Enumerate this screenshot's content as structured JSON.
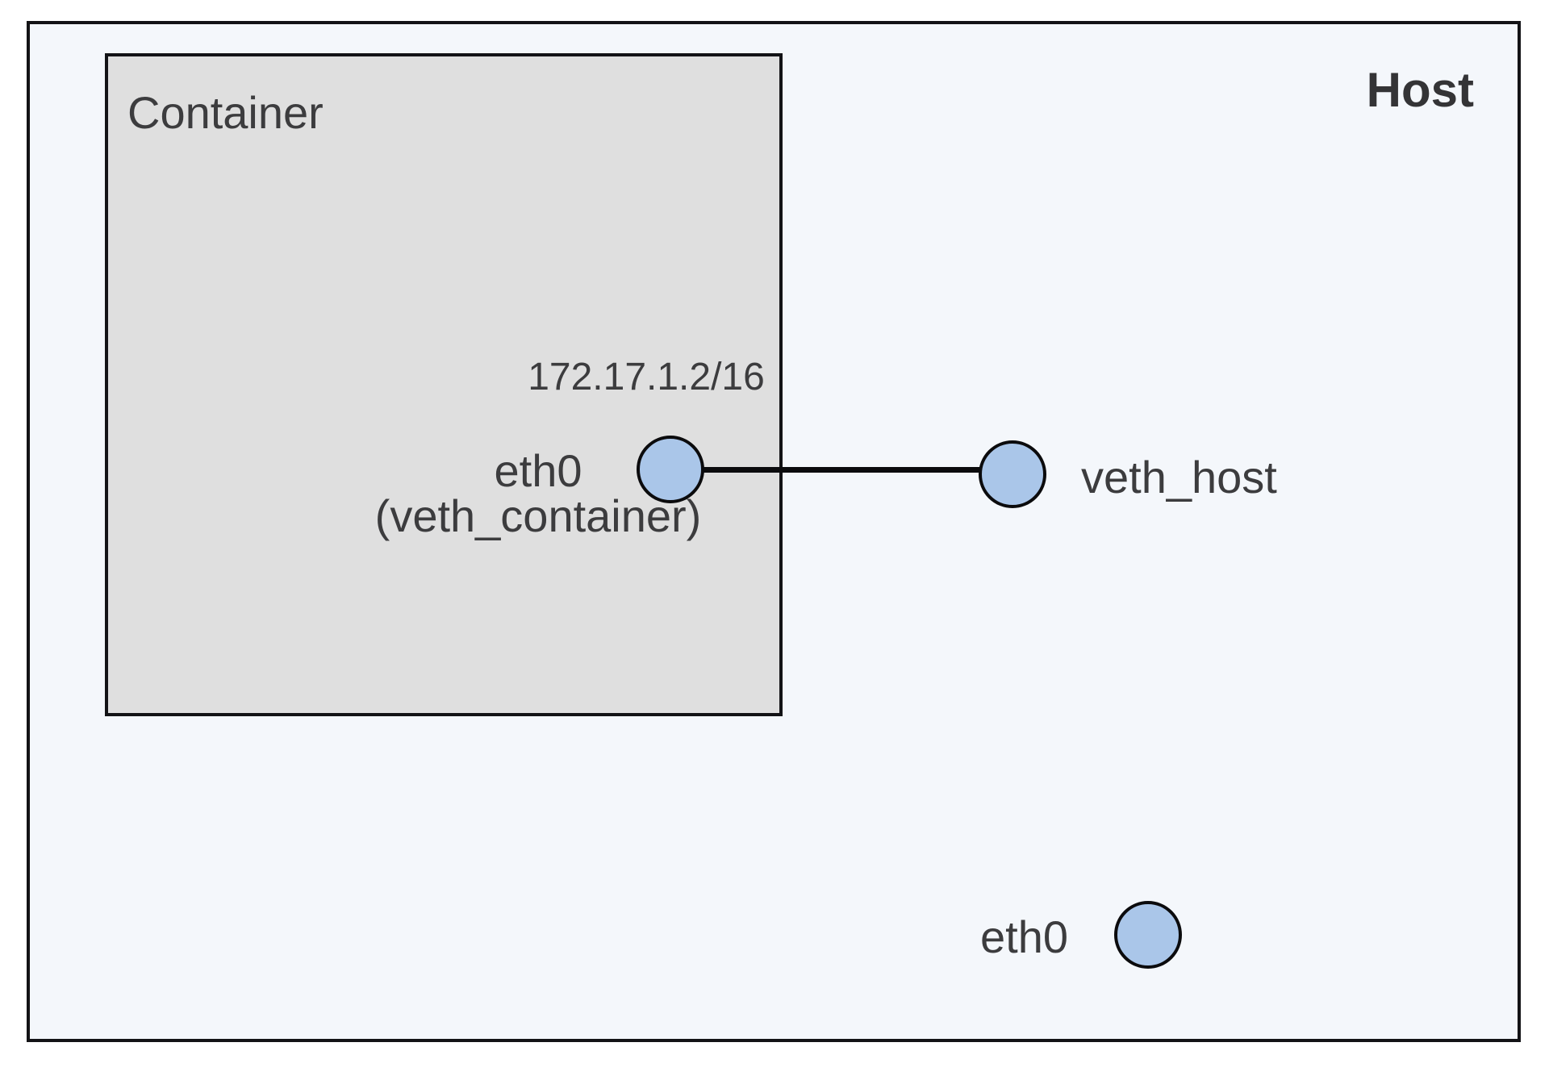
{
  "diagram": {
    "host": {
      "label": "Host"
    },
    "container": {
      "label": "Container"
    },
    "nodes": {
      "container_eth0": {
        "ip": "172.17.1.2/16",
        "label_line1": "eth0",
        "label_line2": "(veth_container)"
      },
      "veth_host": {
        "label": "veth_host"
      },
      "host_eth0": {
        "label": "eth0"
      }
    },
    "edges": [
      {
        "from": "container_eth0",
        "to": "veth_host"
      }
    ]
  },
  "colors": {
    "host_bg": "#f4f7fb",
    "container_bg": "#dfdfdf",
    "box_border": "#131316",
    "node_fill": "#aac6e9",
    "node_border": "#0b0b0d",
    "link_color": "#0b0b0d",
    "text": "#3c3c3e",
    "title_text": "#343436"
  }
}
